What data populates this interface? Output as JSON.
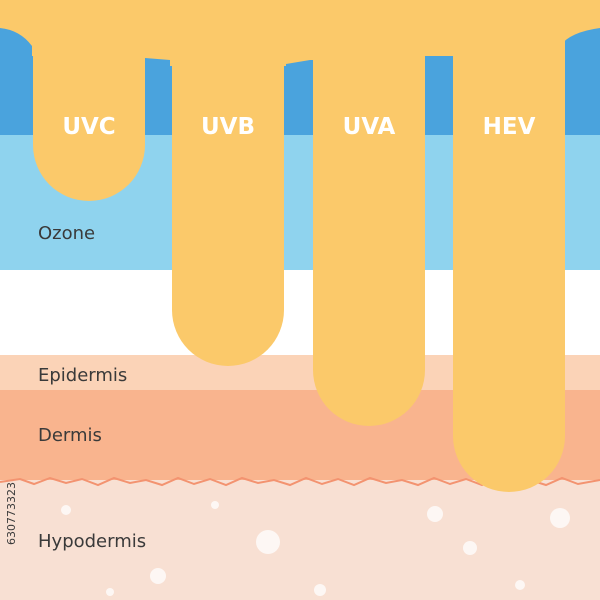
{
  "colors": {
    "top_band": "#4aa3dd",
    "ozone": "#8fd3ee",
    "gap": "#ffffff",
    "epidermis": "#fbd3b7",
    "dermis": "#f9b48e",
    "hypodermis": "#f8e0d3",
    "edge": "#f39370",
    "ray": "#fbc96a",
    "bubble": "#ffffff"
  },
  "rays": [
    {
      "label": "UVC",
      "depth_layer": "ozone"
    },
    {
      "label": "UVB",
      "depth_layer": "upper-epidermis"
    },
    {
      "label": "UVA",
      "depth_layer": "dermis"
    },
    {
      "label": "HEV",
      "depth_layer": "hypodermis"
    }
  ],
  "layers": [
    {
      "id": "ozone",
      "label": "Ozone"
    },
    {
      "id": "epidermis",
      "label": "Epidermis"
    },
    {
      "id": "dermis",
      "label": "Dermis"
    },
    {
      "id": "hypodermis",
      "label": "Hypodermis"
    }
  ],
  "watermark_id": "630773323"
}
